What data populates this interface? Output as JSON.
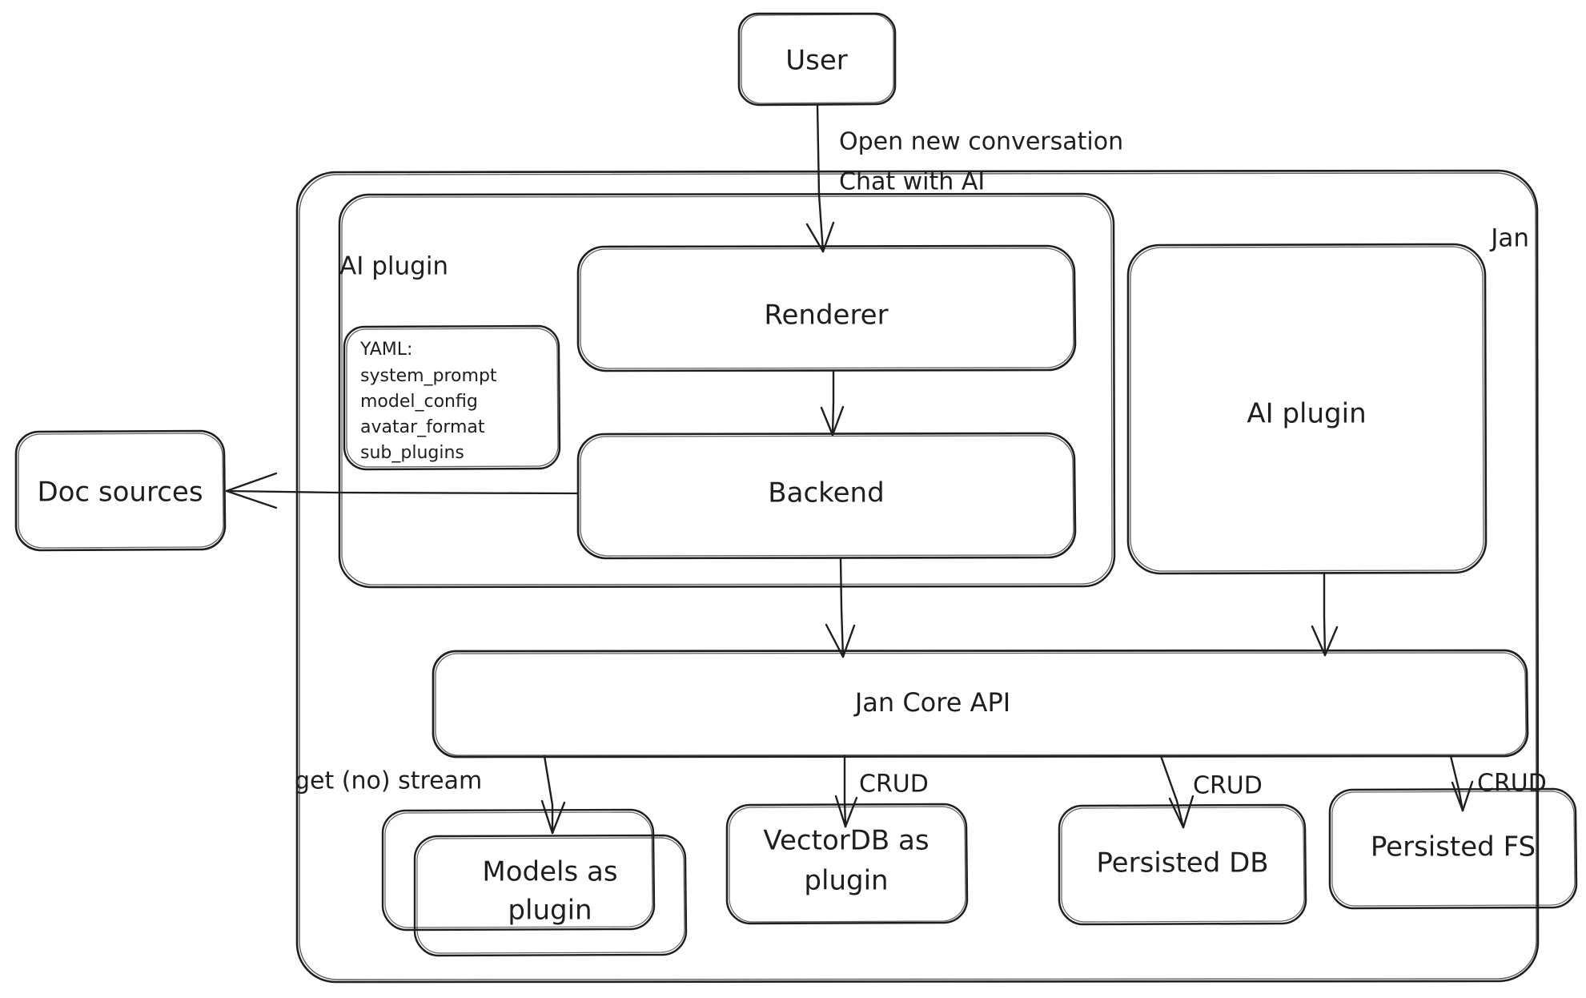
{
  "diagram": {
    "title_label": "Jan",
    "style": "hand-drawn architecture diagram",
    "stroke_color": "#1e1e1e",
    "background_color": "#ffffff"
  },
  "nodes": {
    "user": {
      "label": "User"
    },
    "jan_container": {
      "label": "Jan"
    },
    "ai_plugin_group": {
      "label": "AI plugin"
    },
    "yaml_note": {
      "lines": [
        "YAML:",
        "system_prompt",
        "model_config",
        "avatar_format",
        "sub_plugins"
      ]
    },
    "renderer": {
      "label": "Renderer"
    },
    "backend": {
      "label": "Backend"
    },
    "ai_plugin_right": {
      "label": "AI plugin"
    },
    "doc_sources": {
      "label": "Doc sources"
    },
    "jan_core_api": {
      "label": "Jan Core API"
    },
    "models_as_plugin": {
      "line1": "Models as",
      "line2": "plugin"
    },
    "vectordb_as_plugin": {
      "line1": "VectorDB as",
      "line2": "plugin"
    },
    "persisted_db": {
      "label": "Persisted DB"
    },
    "persisted_fs": {
      "label": "Persisted FS"
    }
  },
  "edges": {
    "user_to_renderer": {
      "line1": "Open new conversation",
      "line2": "Chat with AI"
    },
    "renderer_to_backend": {
      "label": ""
    },
    "backend_to_doc_sources": {
      "label": ""
    },
    "backend_to_core": {
      "label": ""
    },
    "ai_plugin_to_core": {
      "label": ""
    },
    "core_to_models": {
      "label": "get (no) stream"
    },
    "core_to_vectordb": {
      "label": "CRUD"
    },
    "core_to_persisted_db": {
      "label": "CRUD"
    },
    "core_to_persisted_fs": {
      "label": "CRUD"
    }
  }
}
